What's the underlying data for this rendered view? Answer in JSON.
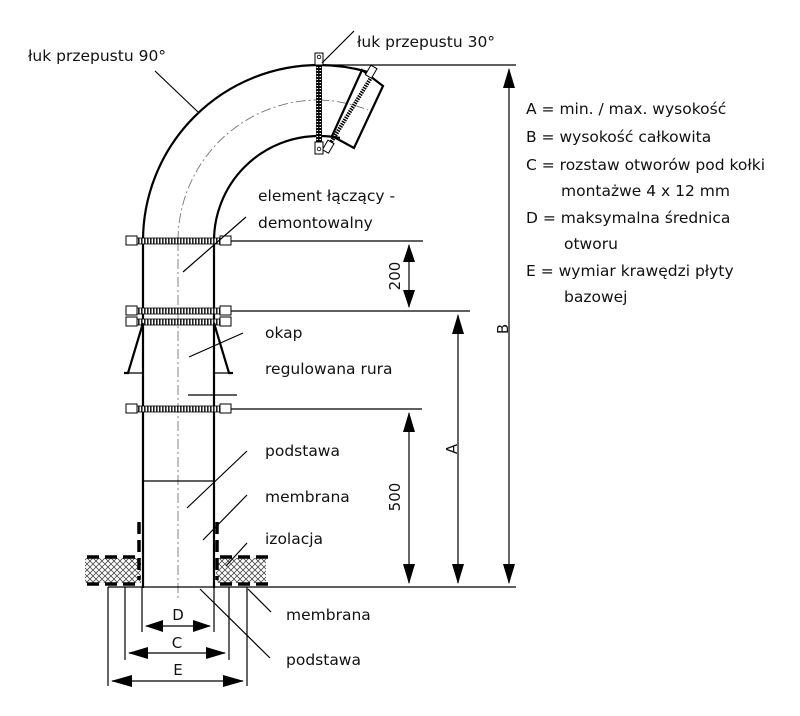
{
  "callouts": {
    "elbow_90": "łuk przepustu 90°",
    "elbow_30": "łuk przepustu 30°",
    "connector_line1": "element łączący -",
    "connector_line2": "demontowalny",
    "hood": "okap",
    "adjustable_pipe": "regulowana rura",
    "base_upper": "podstawa",
    "membrane_upper": "membrana",
    "insulation": "izolacja",
    "membrane_lower": "membrana",
    "base_lower": "podstawa"
  },
  "dimensions": {
    "dim_200": "200",
    "dim_500": "500",
    "dim_A": "A",
    "dim_B": "B",
    "dim_C": "C",
    "dim_D": "D",
    "dim_E": "E"
  },
  "legend": [
    {
      "line1": "A = min. / max. wysokość",
      "line2": ""
    },
    {
      "line1": "B = wysokość całkowita",
      "line2": ""
    },
    {
      "line1": "C = rozstaw otworów pod kołki",
      "line2": "montażwe 4 x 12 mm"
    },
    {
      "line1": "D = maksymalna średnica",
      "line2": "otworu"
    },
    {
      "line1": "E = wymiar krawędzi płyty",
      "line2": "bazowej"
    }
  ]
}
